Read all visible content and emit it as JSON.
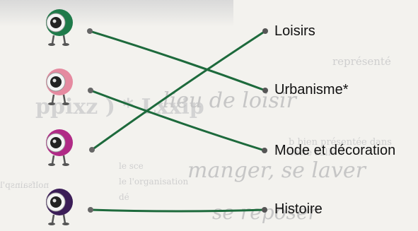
{
  "matching": {
    "items": [
      {
        "label": "Loisirs"
      },
      {
        "label": "Urbanisme*"
      },
      {
        "label": "Mode et décoration"
      },
      {
        "label": "Histoire"
      }
    ],
    "mascots": [
      {
        "icon": "webcam-mascot-icon",
        "color": "#1f7a4a"
      },
      {
        "icon": "webcam-mascot-icon",
        "color": "#e58aa0"
      },
      {
        "icon": "webcam-mascot-icon",
        "color": "#b02a86"
      },
      {
        "icon": "webcam-mascot-icon",
        "color": "#3b1d57"
      }
    ],
    "line_color": "#1d6a3c"
  },
  "background_text": {
    "represente": "représenté",
    "bold_line": "ppixz ) * Lxxip",
    "handwritten_1": "lieu de loisir",
    "handwritten_2": "manger, se laver",
    "handwritten_3": "se reposer",
    "sentence": "b bien présentée dans cette salle ?",
    "side_1": "le sce",
    "side_2": "le l'organisation",
    "side_3": "dé",
    "left_fragment": "nolfsainsp'l"
  }
}
